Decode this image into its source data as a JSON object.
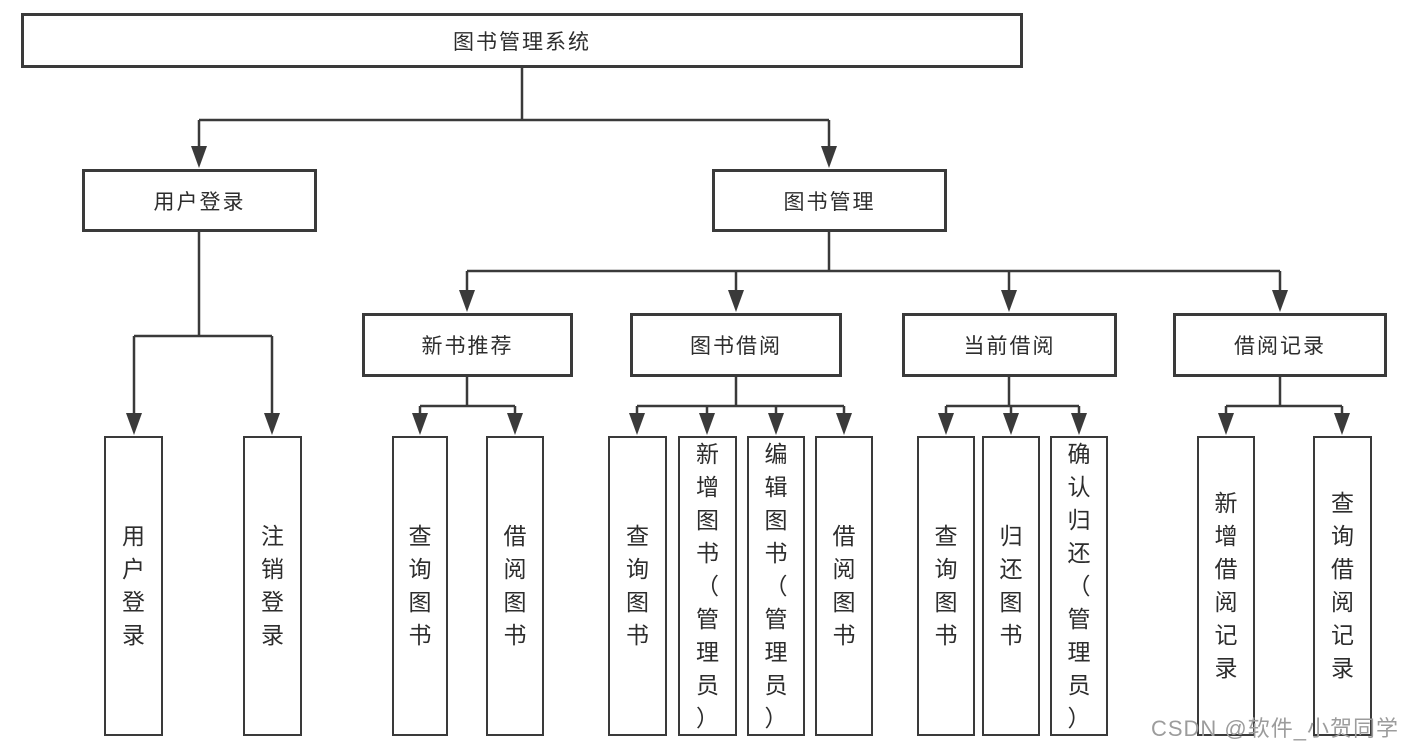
{
  "diagram": {
    "title": "图书管理系统",
    "branches": [
      {
        "label": "用户登录",
        "children": [
          "用户登录",
          "注销登录"
        ]
      },
      {
        "label": "图书管理",
        "sections": [
          {
            "label": "新书推荐",
            "children": [
              "查询图书",
              "借阅图书"
            ]
          },
          {
            "label": "图书借阅",
            "children": [
              "查询图书",
              "新增图书（管理员）",
              "编辑图书（管理员）",
              "借阅图书"
            ]
          },
          {
            "label": "当前借阅",
            "children": [
              "查询图书",
              "归还图书",
              "确认归还（管理员）"
            ]
          },
          {
            "label": "借阅记录",
            "children": [
              "新增借阅记录",
              "查询借阅记录"
            ]
          }
        ]
      }
    ],
    "colors": {
      "box_border": "#3a3a3a",
      "box_fill": "#ffffff",
      "text": "#2d2d2d",
      "connector": "#3a3a3a",
      "watermark": "#9c9c9c"
    }
  },
  "watermark": {
    "text": "CSDN @软件_小贺同学"
  }
}
